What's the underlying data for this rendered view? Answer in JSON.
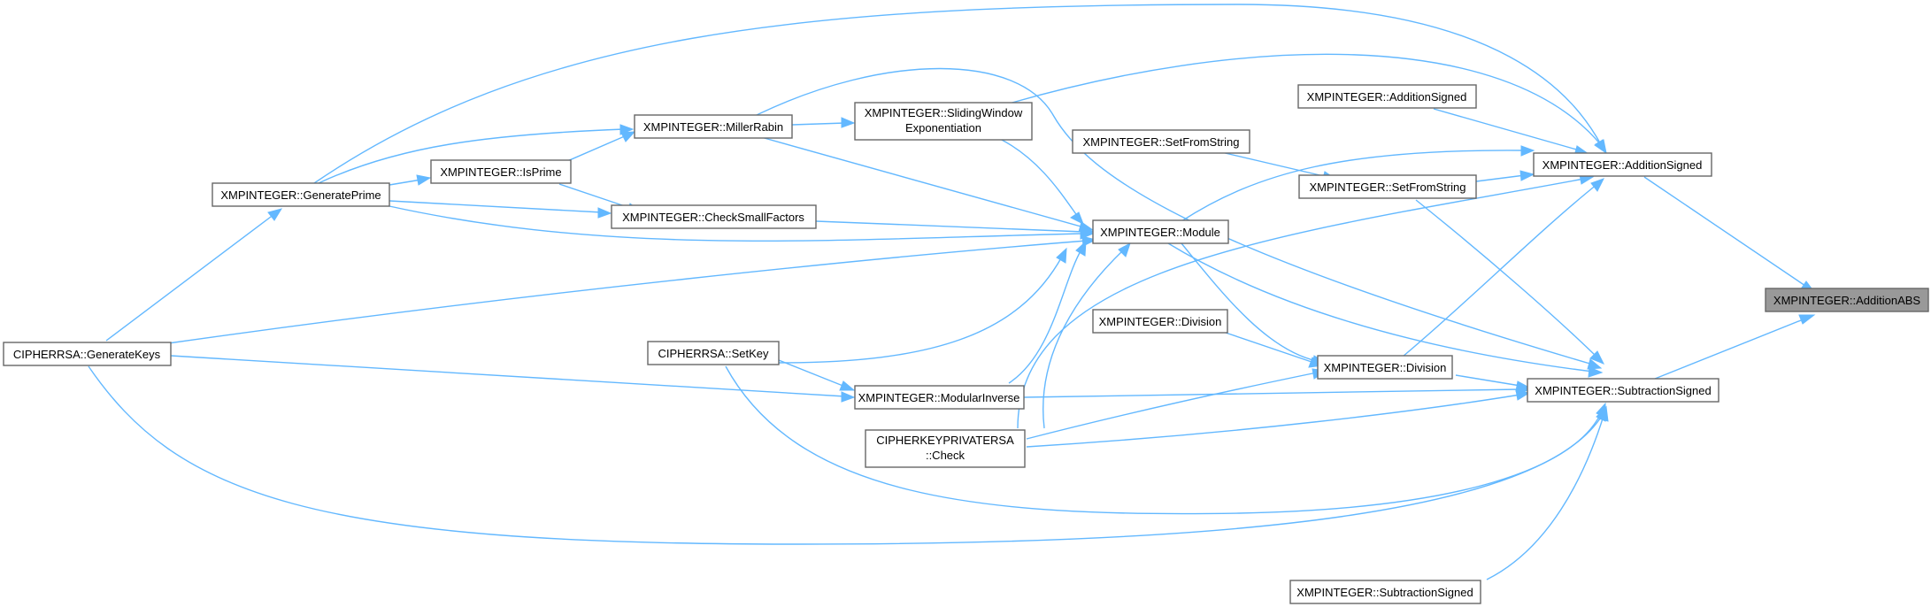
{
  "graph": {
    "edge_color": "#63b8ff",
    "root_fill": "#999999",
    "root": "XMPINTEGER::AdditionABS",
    "nodes": {
      "addabs": "XMPINTEGER::AdditionABS",
      "addsigned": "XMPINTEGER::AdditionSigned",
      "addsigned2": "XMPINTEGER::AdditionSigned",
      "subsigned": "XMPINTEGER::SubtractionSigned",
      "subsigned2": "XMPINTEGER::SubtractionSigned",
      "setfromstring": "XMPINTEGER::SetFromString",
      "setfromstring2": "XMPINTEGER::SetFromString",
      "module": "XMPINTEGER::Module",
      "division": "XMPINTEGER::Division",
      "division2": "XMPINTEGER::Division",
      "sliding_line1": "XMPINTEGER::SlidingWindow",
      "sliding_line2": "Exponentiation",
      "millerrabin": "XMPINTEGER::MillerRabin",
      "isprime": "XMPINTEGER::IsPrime",
      "checksmall": "XMPINTEGER::CheckSmallFactors",
      "generateprime": "XMPINTEGER::GeneratePrime",
      "generatekeys": "CIPHERRSA::GenerateKeys",
      "setkey": "CIPHERRSA::SetKey",
      "modinverse": "XMPINTEGER::ModularInverse",
      "check_line1": "CIPHERKEYPRIVATERSA",
      "check_line2": "::Check"
    }
  }
}
